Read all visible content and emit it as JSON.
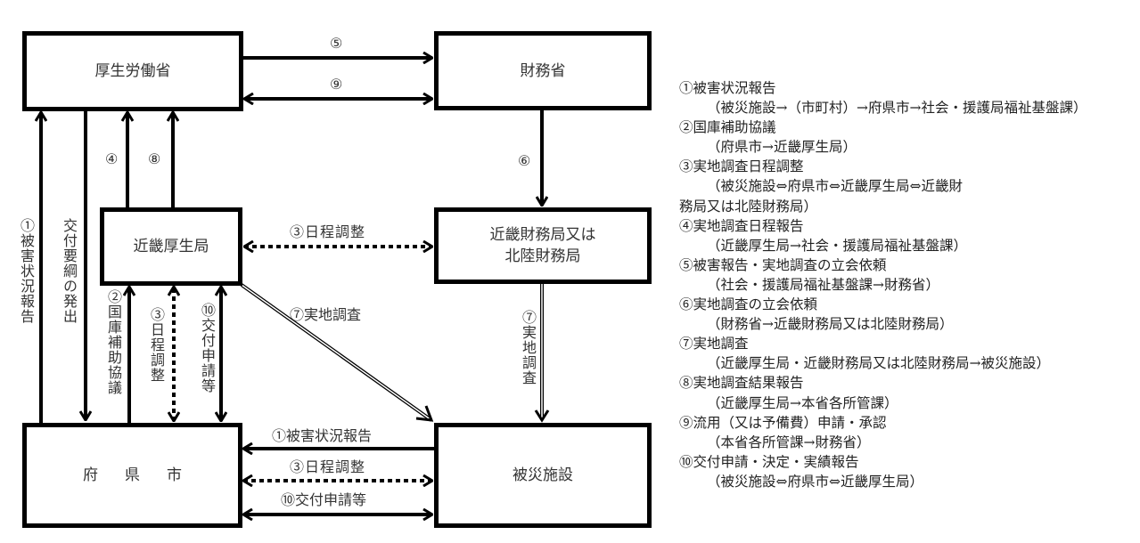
{
  "nodes": {
    "mhlw": "厚生労働省",
    "mof": "財務省",
    "kinki_kosei": "近畿厚生局",
    "kinki_zaimu": "近畿財務局又は\n北陸財務局",
    "kinki_zaimu_line1": "近畿財務局又は",
    "kinki_zaimu_line2": "北陸財務局",
    "prefecture": "府県市",
    "facility": "被災施設"
  },
  "edge_labels": {
    "e5": "⑤",
    "e9": "⑨",
    "e4": "④",
    "e8": "⑧",
    "e6": "⑥",
    "e1_vertical": "①被害状況報告",
    "issue": "交付要綱の発出",
    "e2_vertical": "②国庫補助協議",
    "e3_vertical": "③日程調整",
    "e10_vertical": "⑩交付申請等",
    "e3_horizontal_mid": "③日程調整",
    "e7_diagonal": "⑦実地調査",
    "e7_vertical": "⑦実地調査",
    "e1_horizontal": "①被害状況報告",
    "e3_horizontal_bottom": "③日程調整",
    "e10_horizontal": "⑩交付申請等"
  },
  "legend": [
    {
      "title": "①被害状況報告",
      "desc": "（被災施設→（市町村）→府県市→社会・援護局福祉基盤課）"
    },
    {
      "title": "②国庫補助協議",
      "desc": "（府県市→近畿厚生局）"
    },
    {
      "title": "③実地調査日程調整",
      "desc": "（被災施設⇔府県市⇔近畿厚生局⇔近畿財務局又は北陸財務局）"
    },
    {
      "title": "④実地調査日程報告",
      "desc": "（近畿厚生局→社会・援護局福祉基盤課）"
    },
    {
      "title": "⑤被害報告・実地調査の立会依頼",
      "desc": "（社会・援護局福祉基盤課→財務省）"
    },
    {
      "title": "⑥実地調査の立会依頼",
      "desc": "（財務省→近畿財務局又は北陸財務局）"
    },
    {
      "title": "⑦実地調査",
      "desc": "（近畿厚生局・近畿財務局又は北陸財務局→被災施設）"
    },
    {
      "title": "⑧実地調査結果報告",
      "desc": "（近畿厚生局→本省各所管課）"
    },
    {
      "title": "⑨流用（又は予備費）申請・承認",
      "desc": "（本省各所管課→財務省）"
    },
    {
      "title": "⑩交付申請・決定・実績報告",
      "desc": "（被災施設⇔府県市⇔近畿厚生局）"
    }
  ],
  "colors": {
    "line": "#000000",
    "text": "#333333",
    "background": "#ffffff"
  }
}
